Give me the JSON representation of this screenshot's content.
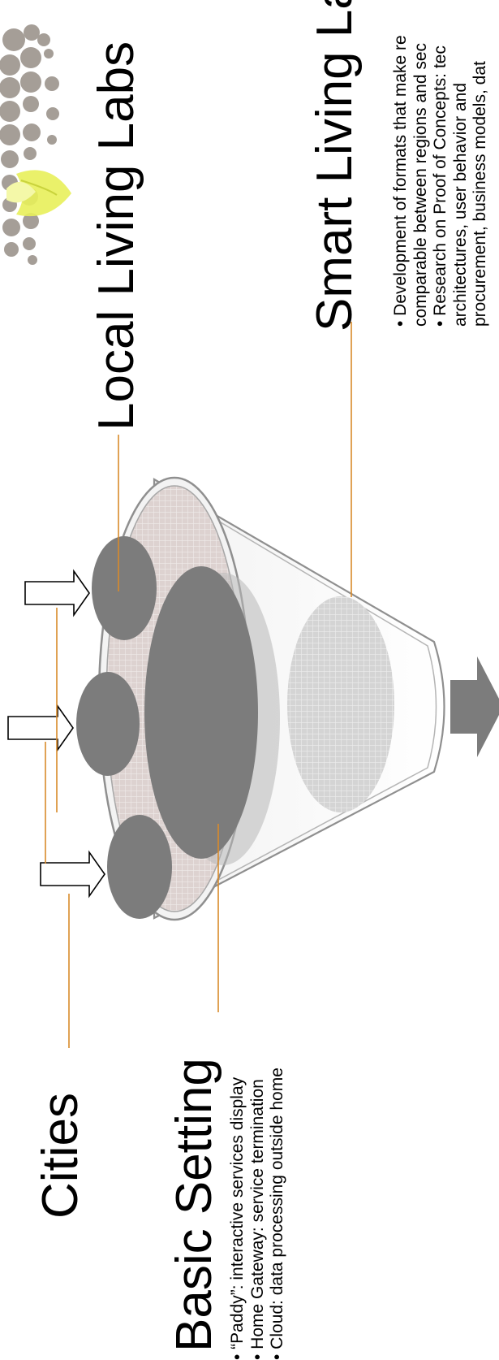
{
  "diagram": {
    "cities": {
      "title": "Cities"
    },
    "local_labs": {
      "title": "Local Living Labs"
    },
    "basic_setting": {
      "title": "Basic Setting",
      "bullets": [
        "• “Paddy”:  interactive services display",
        "• Home Gateway: service termination",
        "• Cloud: data processing outside home"
      ]
    },
    "smart_labs": {
      "title": "Smart Living La",
      "bullets": [
        "• Development of formats that make re",
        "comparable between regions and sec",
        "• Research on Proof of Concepts: tec",
        "architectures, user behavior and",
        "procurement, business models, dat"
      ]
    }
  },
  "colors": {
    "circle_dark": "#7c7c7c",
    "leader_line": "#d98a2a",
    "funnel_outline": "#8f8f8f",
    "logo_dots": "#a59e97",
    "logo_leaf": "#e8ef5a"
  }
}
